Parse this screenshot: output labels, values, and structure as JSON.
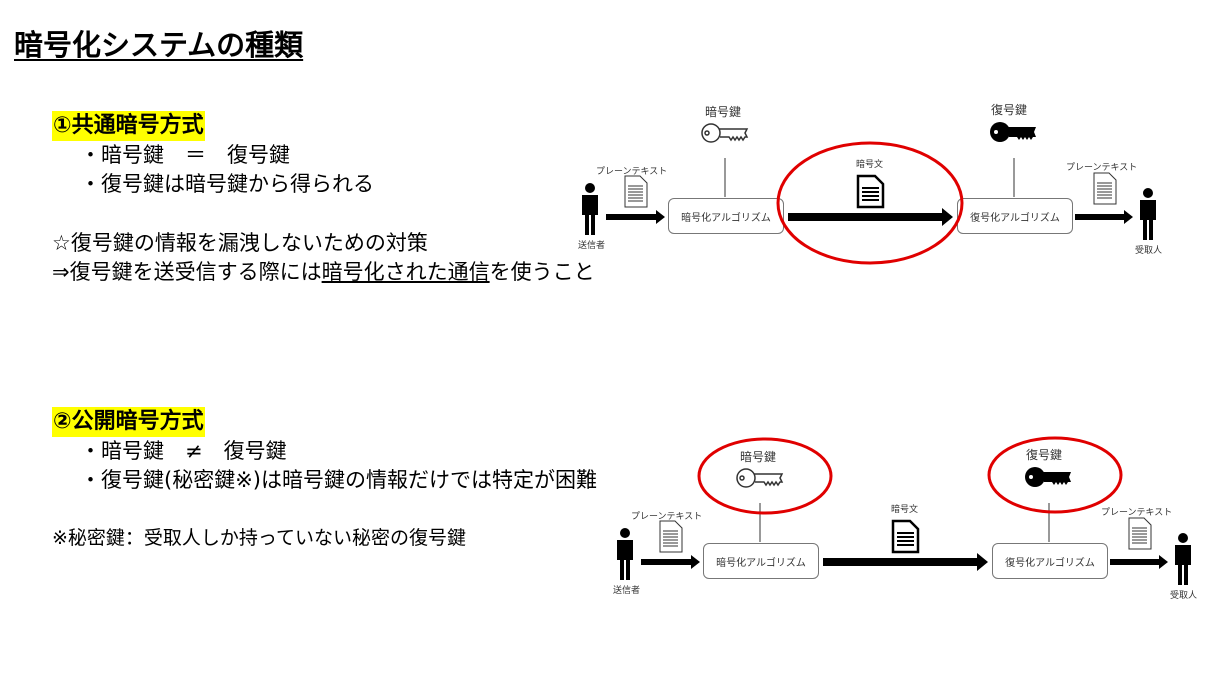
{
  "title": "暗号化システムの種類",
  "section1": {
    "heading": "①共通暗号方式",
    "lines": [
      "・暗号鍵　＝　復号鍵",
      "・復号鍵は暗号鍵から得られる"
    ],
    "note_title": "☆復号鍵の情報を漏洩しないための対策",
    "note_prefix": "⇒復号鍵を送受信する際には",
    "note_underlined": "暗号化された通信",
    "note_suffix": "を使うこと"
  },
  "section2": {
    "heading": "②公開暗号方式",
    "lines": [
      "・暗号鍵　≠　復号鍵",
      "・復号鍵(秘密鍵※)は暗号鍵の情報だけでは特定が困難"
    ],
    "footnote": "※秘密鍵：受取人しか持っていない秘密の復号鍵"
  },
  "diagram": {
    "sender": "送信者",
    "receiver": "受取人",
    "plaintext": "プレーンテキスト",
    "encrypt_key": "暗号鍵",
    "decrypt_key": "復号鍵",
    "ciphertext": "暗号文",
    "encrypt_algo": "暗号化アルゴリズム",
    "decrypt_algo": "復号化アルゴリズム"
  },
  "colors": {
    "highlight": "#ffff00",
    "circle": "#e00000"
  }
}
